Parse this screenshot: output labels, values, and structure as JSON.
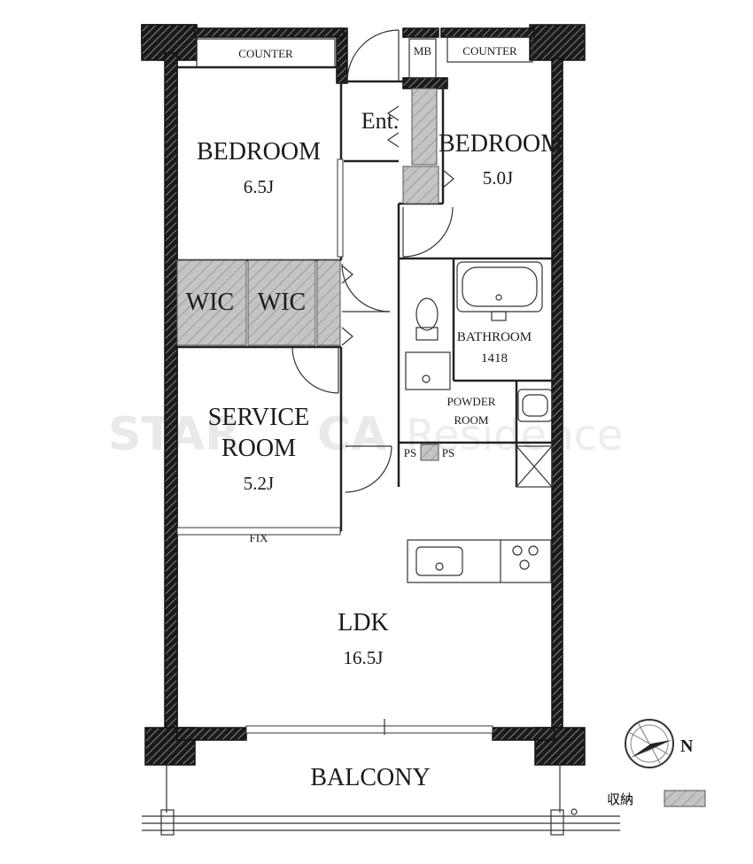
{
  "watermark": {
    "part1": "STAR",
    "part2": "CA",
    "part3": "Residence"
  },
  "labels": {
    "counter_left": "COUNTER",
    "counter_right": "COUNTER",
    "mb": "MB",
    "entrance": "Ent.",
    "bedroom1_name": "BEDROOM",
    "bedroom1_area": "6.5J",
    "bedroom2_name": "BEDROOM",
    "bedroom2_area": "5.0J",
    "wic1": "WIC",
    "wic2": "WIC",
    "bathroom_name": "BATHROOM",
    "bathroom_size": "1418",
    "powder_line1": "POWDER",
    "powder_line2": "ROOM",
    "service_line1": "SERVICE",
    "service_line2": "ROOM",
    "service_area": "5.2J",
    "ps1": "PS",
    "ps2": "PS",
    "fix": "FIX",
    "ldk_name": "LDK",
    "ldk_area": "16.5J",
    "balcony": "BALCONY",
    "compass_n": "N",
    "legend_storage": "収納"
  },
  "colors": {
    "wall": "#111111",
    "storage_fill": "#bdbdbd",
    "watermark": "#e9e9e9"
  }
}
